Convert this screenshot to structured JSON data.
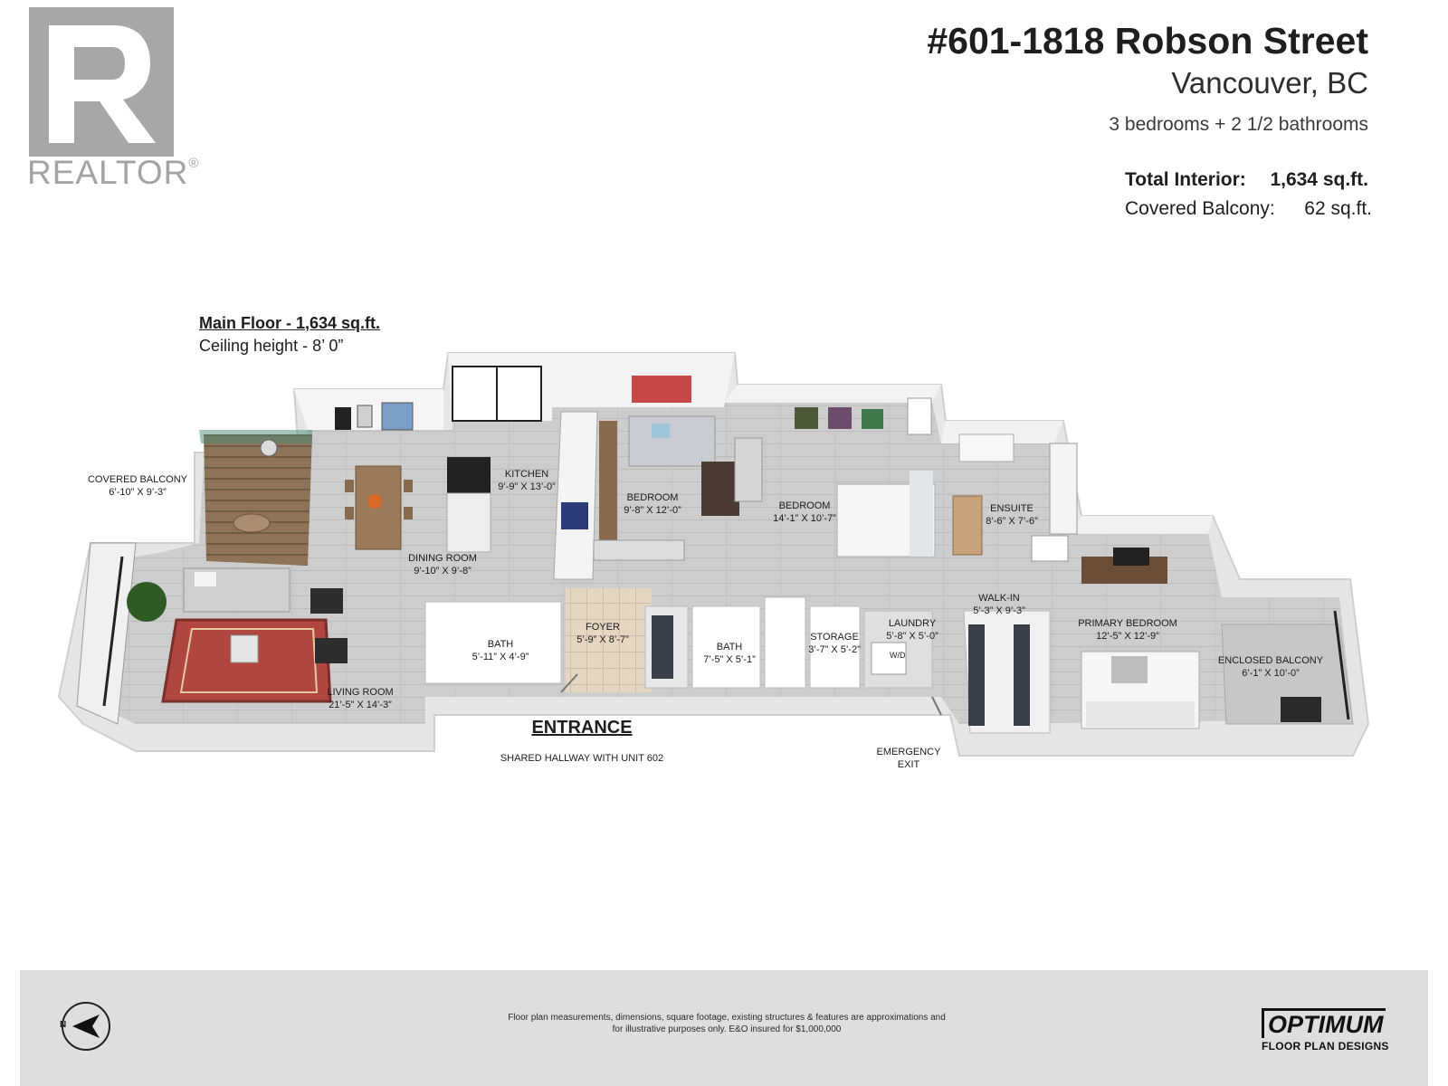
{
  "logo": {
    "letter": "R",
    "wordmark": "REALTOR",
    "reg": "®",
    "color": "#a7a7a7"
  },
  "header": {
    "address": "#601-1818 Robson Street",
    "city": "Vancouver, BC",
    "rooms": "3 bedrooms + 2 1/2 bathrooms",
    "areas": [
      {
        "label": "Total Interior:",
        "value": "1,634 sq.ft."
      },
      {
        "label": "Covered Balcony:",
        "value": "62 sq.ft."
      }
    ]
  },
  "floor": {
    "title": "Main Floor - 1,634 sq.ft.",
    "ceiling": "Ceiling height - 8’ 0”"
  },
  "rooms": [
    {
      "name": "COVERED BALCONY",
      "dims": "6’-10” X 9’-3”"
    },
    {
      "name": "KITCHEN",
      "dims": "9’-9” X 13’-0”"
    },
    {
      "name": "BEDROOM",
      "dims": "9’-8” X 12’-0”"
    },
    {
      "name": "BEDROOM",
      "dims": "14’-1” X 10’-7”"
    },
    {
      "name": "ENSUITE",
      "dims": "8’-6” X 7’-6”"
    },
    {
      "name": "DINING ROOM",
      "dims": "9’-10” X 9’-8”"
    },
    {
      "name": "WALK-IN",
      "dims": "5’-3” X 9’-3”"
    },
    {
      "name": "PRIMARY BEDROOM",
      "dims": "12’-5” X 12’-9”"
    },
    {
      "name": "FOYER",
      "dims": "5’-9” X 8’-7”"
    },
    {
      "name": "LAUNDRY",
      "dims": "5’-8” X 5’-0”"
    },
    {
      "name": "STORAGE",
      "dims": "3’-7” X 5’-2”"
    },
    {
      "name": "BATH",
      "dims": "7’-5” X 5’-1”"
    },
    {
      "name": "BATH",
      "dims": "5’-11” X 4’-9”"
    },
    {
      "name": "ENCLOSED BALCONY",
      "dims": "6’-1” X 10’-0”"
    },
    {
      "name": "LIVING ROOM",
      "dims": "21’-5” X 14’-3”"
    }
  ],
  "appliance_label": "W/D",
  "entrance": "ENTRANCE",
  "shared": "SHARED HALLWAY WITH UNIT 602",
  "emergency": [
    "EMERGENCY",
    "EXIT"
  ],
  "footer": {
    "disclaimer": [
      "Floor plan measurements, dimensions, square footage, existing structures & features are approximations and",
      "for illustrative purposes only.  E&O insured for $1,000,000"
    ],
    "compass_letter": "N",
    "brand": "OPTIMUM",
    "brand_sub": "FLOOR PLAN DESIGNS"
  },
  "colors": {
    "floor": "#cfcfcf",
    "wall": "#f2f2f2",
    "rug": "#b24a44",
    "wood": "#8a6f52",
    "tile": "#e6d8c6",
    "footer": "#dedede"
  }
}
